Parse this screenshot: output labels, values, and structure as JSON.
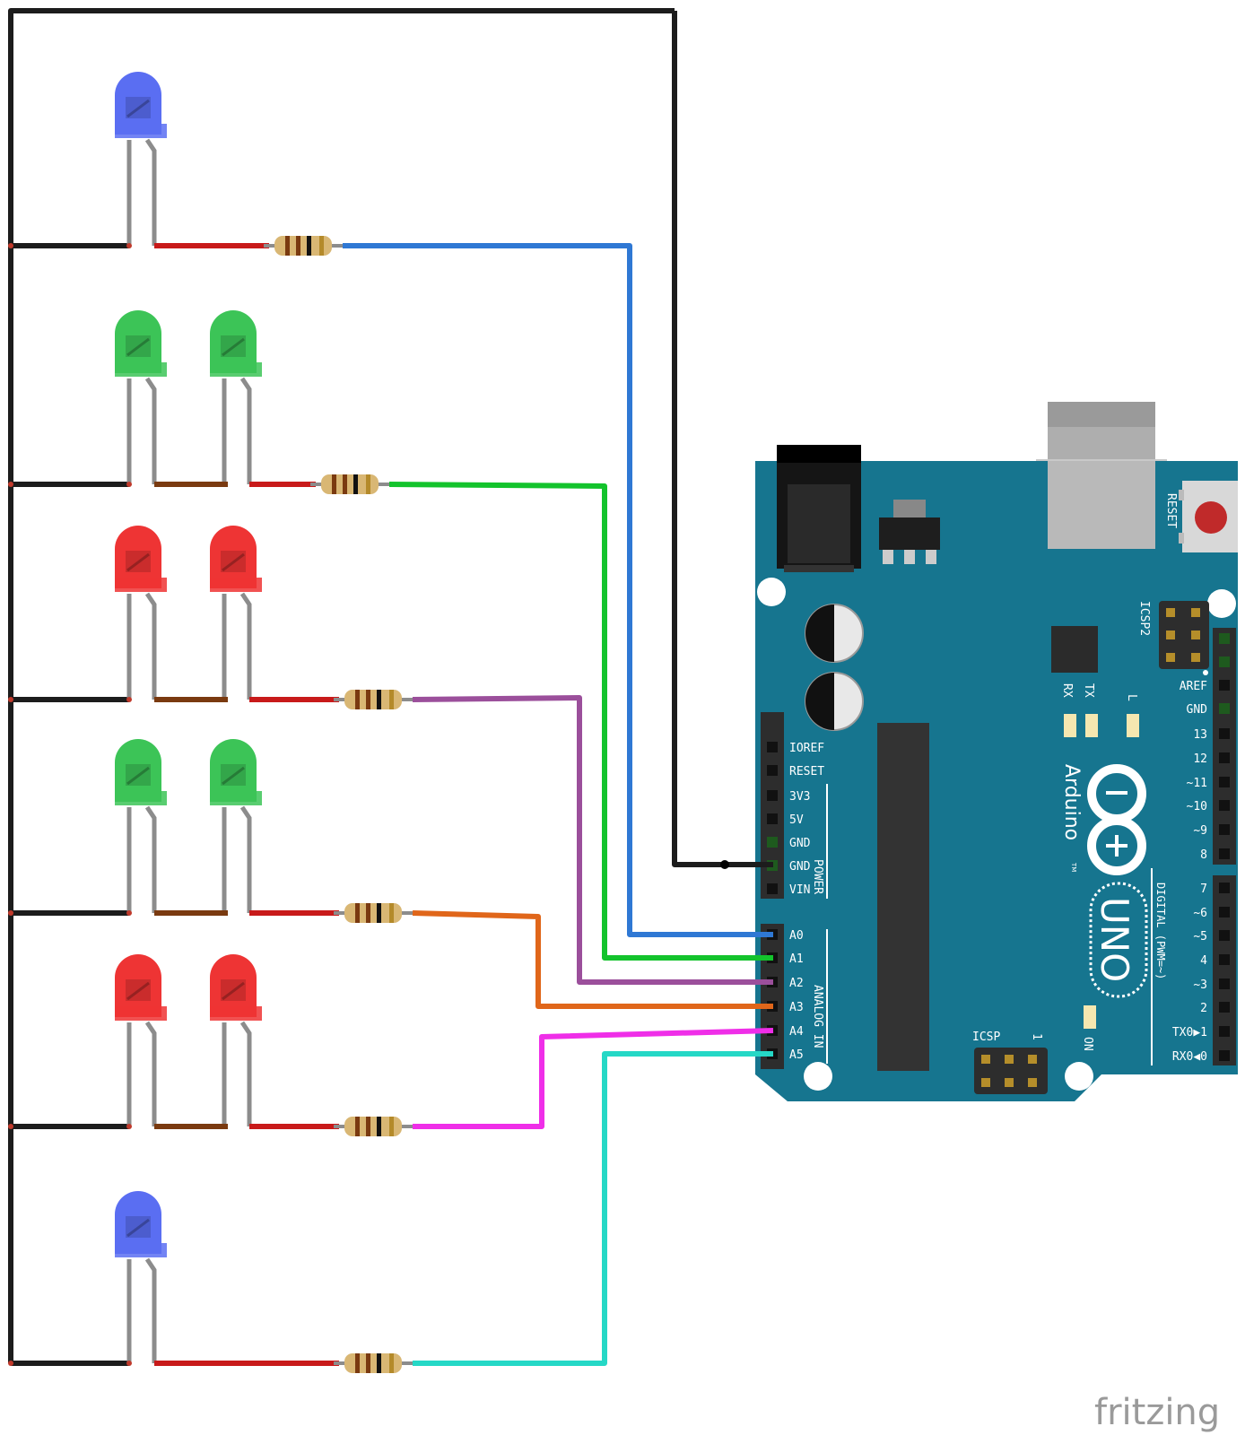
{
  "board": {
    "reset_label": "RESET",
    "icsp2_label": "ICSP2",
    "icsp_label": "ICSP",
    "icsp_one": "1",
    "tx_label": "TX",
    "rx_label": "RX",
    "l_label": "L",
    "on_label": "ON",
    "brand": "Arduino",
    "tm": "TM",
    "model": "UNO",
    "power_header": "POWER",
    "analog_header": "ANALOG IN",
    "digital_header": "DIGITAL (PWM=~)",
    "power_pins": [
      "IOREF",
      "RESET",
      "3V3",
      "5V",
      "GND",
      "GND",
      "VIN"
    ],
    "analog_pins": [
      "A0",
      "A1",
      "A2",
      "A3",
      "A4",
      "A5"
    ],
    "digital_top": [
      "AREF",
      "GND",
      "13",
      "12",
      "~11",
      "~10",
      "~9",
      "8"
    ],
    "digital_bottom": [
      "7",
      "~6",
      "~5",
      "4",
      "~3",
      "2",
      "TX0▶1",
      "RX0◀0"
    ]
  },
  "leds": {
    "row1": [
      "blue"
    ],
    "row2": [
      "green",
      "green"
    ],
    "row3": [
      "red",
      "red"
    ],
    "row4": [
      "green",
      "green"
    ],
    "row5": [
      "red",
      "red"
    ],
    "row6": [
      "blue"
    ]
  },
  "colors": {
    "board": "#16758f",
    "wire_gnd": "#1c1c1c",
    "wire_a0": "#2f78d4",
    "wire_a1": "#13c32c",
    "wire_a2": "#9b4f9b",
    "wire_a3": "#e0661a",
    "wire_a4": "#ef2ee8",
    "wire_a5": "#25d8c6",
    "led_blue": "#5a6ef2",
    "led_green": "#3cc457",
    "led_red": "#ee3434"
  },
  "watermark": "fritzing"
}
